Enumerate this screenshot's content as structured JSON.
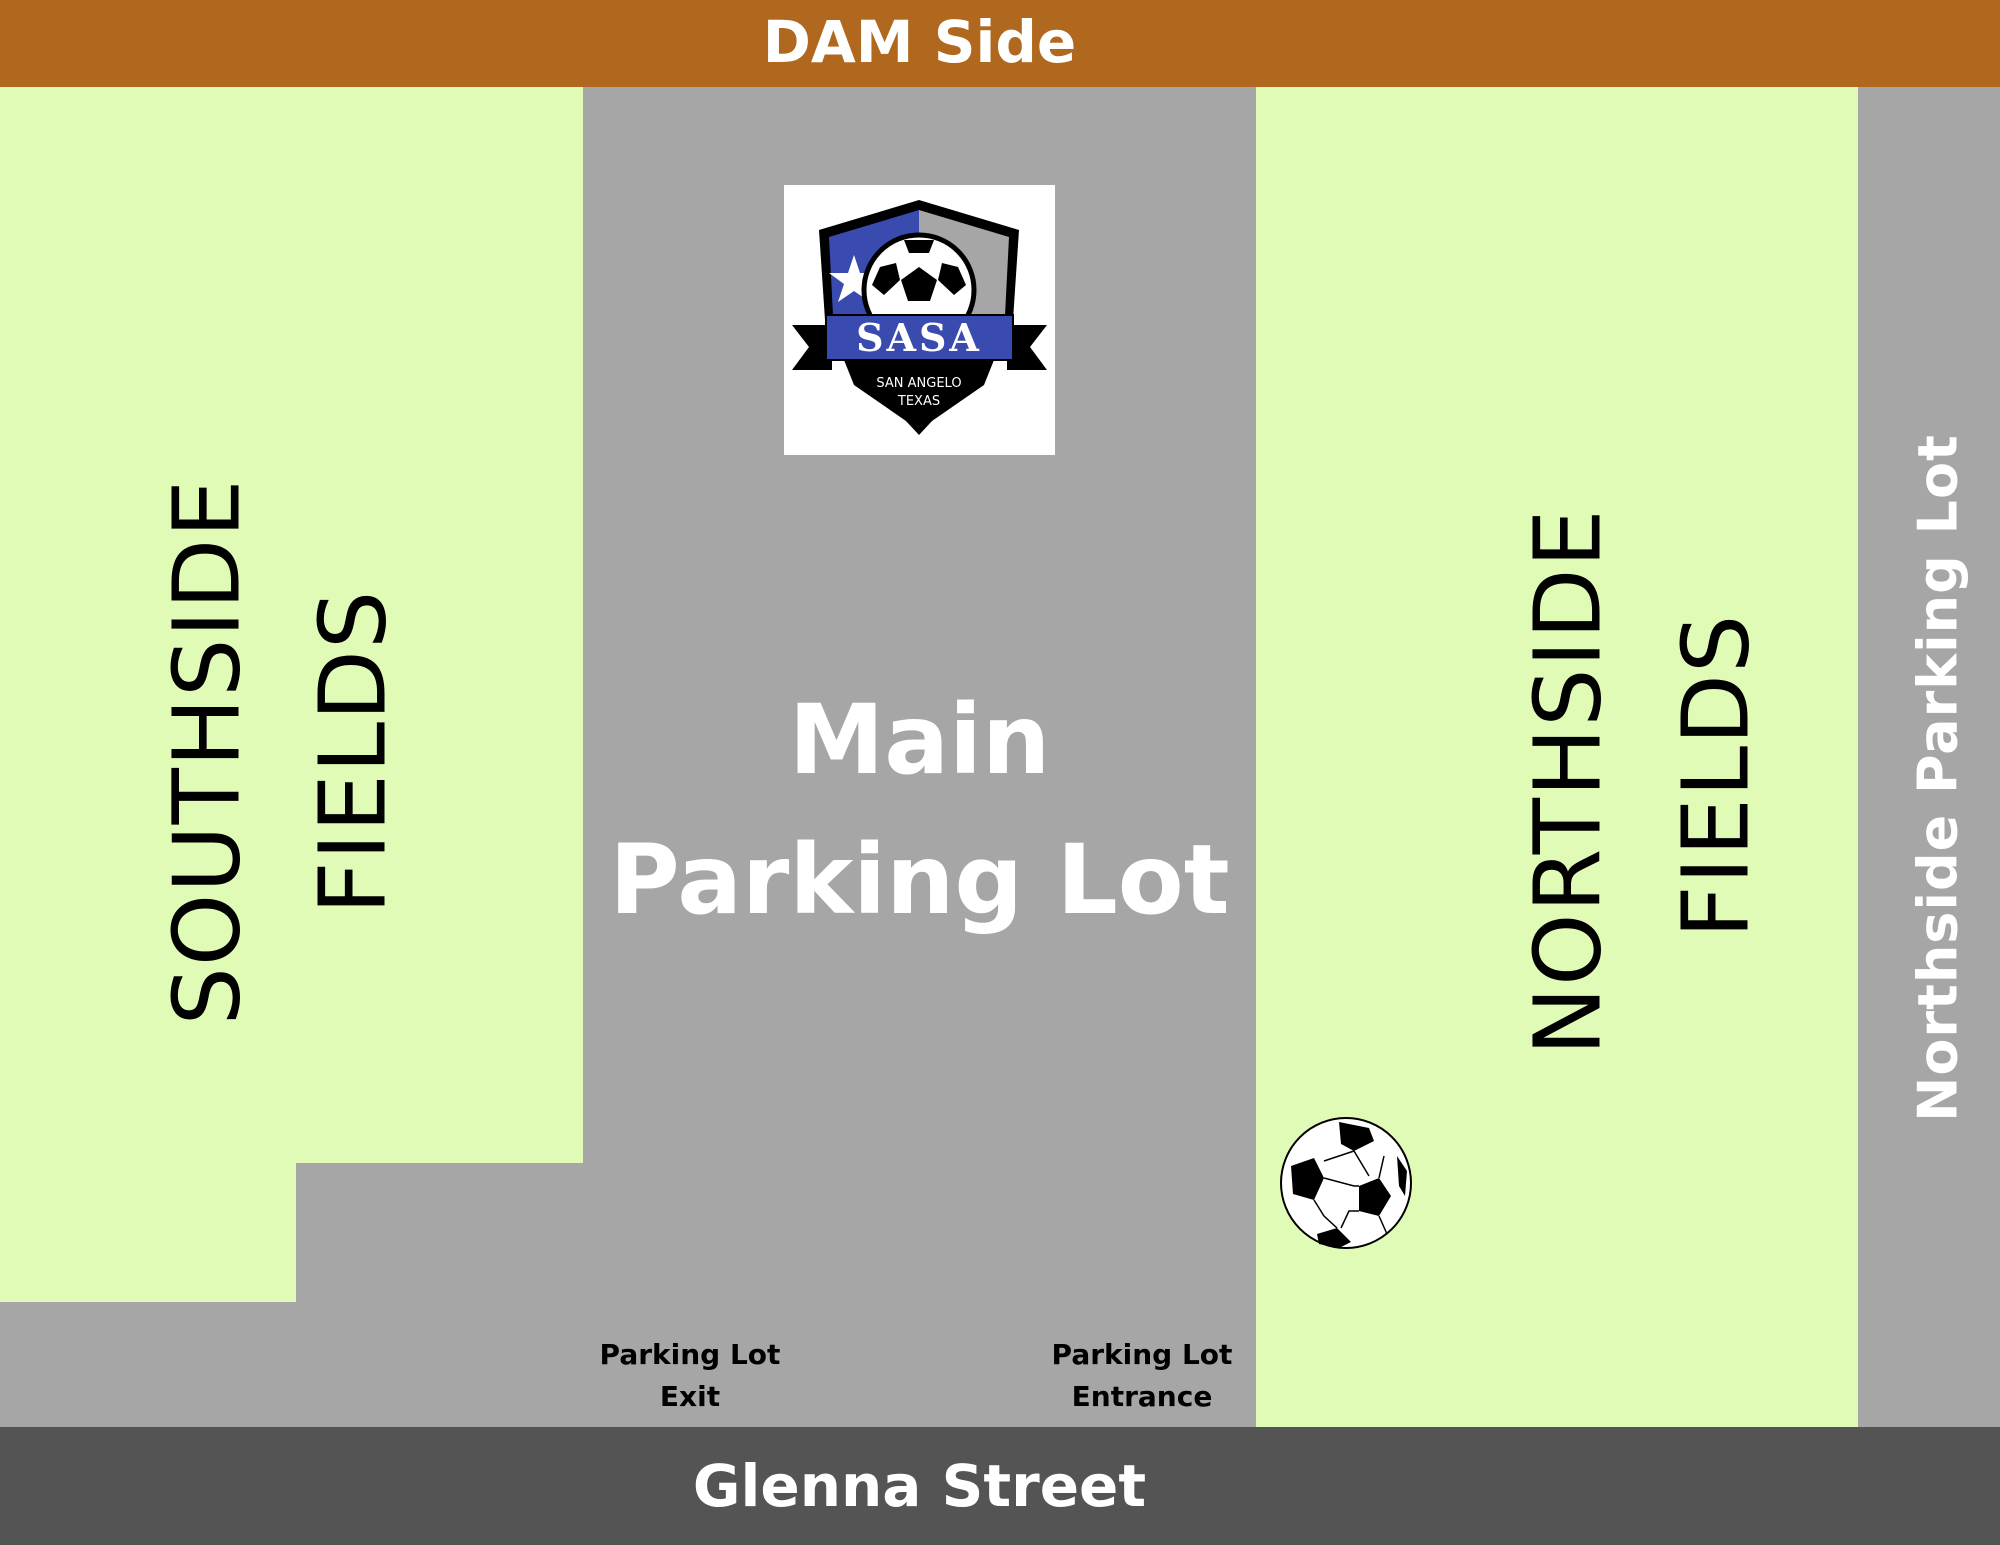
{
  "header": {
    "label": "DAM Side",
    "color": "#B0681E"
  },
  "colors": {
    "field": "#E0FBB6",
    "lot": "#A6A6A6",
    "street": "#545454",
    "logo_blue": "#3A4BB0"
  },
  "southside": {
    "line1": "SOUTHSIDE",
    "line2": "FIELDS"
  },
  "main_lot": {
    "line1": "Main",
    "line2": "Parking Lot"
  },
  "northside": {
    "line1": "NORTHSIDE",
    "line2": "FIELDS"
  },
  "northside_lot": {
    "label": "Northside Parking Lot"
  },
  "gates": {
    "exit": {
      "line1": "Parking Lot",
      "line2": "Exit"
    },
    "entrance": {
      "line1": "Parking Lot",
      "line2": "Entrance"
    }
  },
  "street": {
    "label": "Glenna Street"
  },
  "logo": {
    "name": "SASA",
    "line1": "SAN ANGELO",
    "line2": "TEXAS",
    "icon": "soccer-ball-icon"
  },
  "decor": {
    "ball_icon": "soccer-ball-icon"
  }
}
